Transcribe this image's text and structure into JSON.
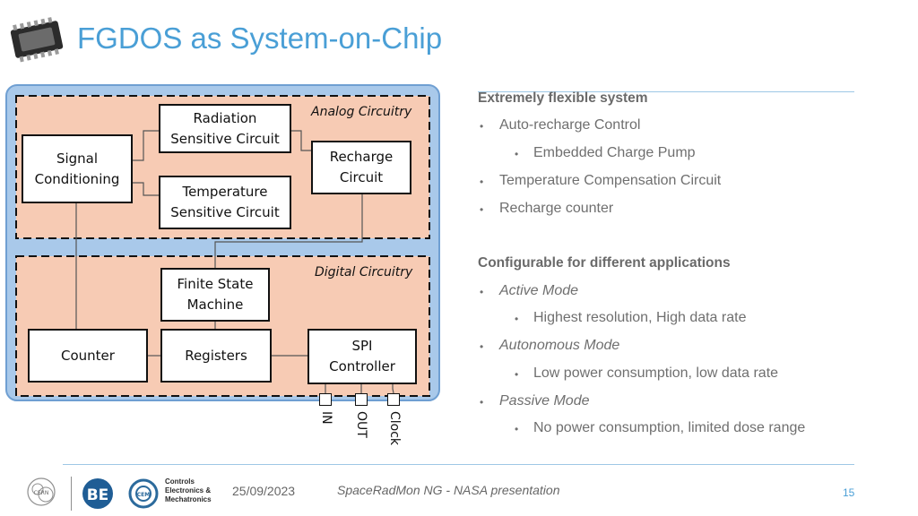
{
  "title": "FGDOS as System-on-Chip",
  "diagram": {
    "analog_label": "Analog Circuitry",
    "digital_label": "Digital Circuitry",
    "radiation_line1": "Radiation",
    "radiation_line2": "Sensitive Circuit",
    "signal_line1": "Signal",
    "signal_line2": "Conditioning",
    "recharge_line1": "Recharge",
    "recharge_line2": "Circuit",
    "temperature_line1": "Temperature",
    "temperature_line2": "Sensitive Circuit",
    "fsm_line1": "Finite State",
    "fsm_line2": "Machine",
    "counter": "Counter",
    "registers": "Registers",
    "spi_line1": "SPI",
    "spi_line2": "Controller",
    "pin_in": "IN",
    "pin_out": "OUT",
    "pin_clock": "Clock",
    "colors": {
      "region_fill": "#f7cbb4",
      "outer_fill": "#a9c9ea",
      "outer_border": "#6f9fd2"
    }
  },
  "content": {
    "section1_heading": "Extremely flexible system",
    "s1_item1": "Auto-recharge Control",
    "s1_sub1": "Embedded Charge Pump",
    "s1_item2": "Temperature Compensation Circuit",
    "s1_item3": "Recharge counter",
    "section2_heading": "Configurable for different applications",
    "mode1": "Active Mode",
    "mode1_desc": "Highest resolution, High data rate",
    "mode2": "Autonomous Mode",
    "mode2_desc": "Low power consumption, low data rate",
    "mode3": "Passive Mode",
    "mode3_desc": "No power consumption, limited dose range"
  },
  "footer": {
    "date": "25/09/2023",
    "presentation": "SpaceRadMon NG - NASA presentation",
    "page_number": "15",
    "logo_cern": "CERN",
    "logo_be": "BE",
    "logo_cem_line1": "Controls",
    "logo_cem_line2": "Electronics &",
    "logo_cem_line3": "Mechatronics",
    "logo_cem_badge": "CEM"
  }
}
